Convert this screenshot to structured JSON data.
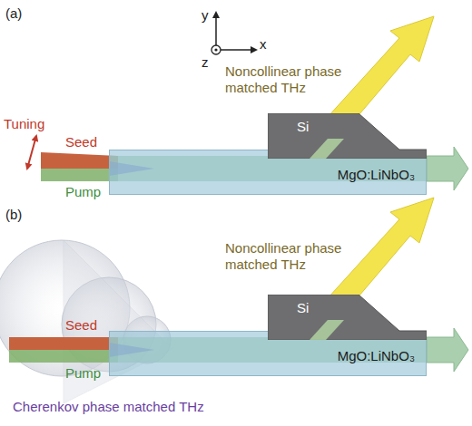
{
  "diagram": {
    "nodes": [
      {
        "text": [
          "Si"
        ]
      },
      {
        "text": [
          "MgO:LiNbO₃"
        ]
      },
      {
        "text": [
          "Si"
        ]
      },
      {
        "text": [
          "MgO:LiNbO₃"
        ]
      }
    ],
    "labels": [
      "(a)",
      "y",
      "x",
      "z",
      "Noncollinear phase matched THz",
      "Tuning",
      "Seed",
      "Pump",
      "(b)",
      "Noncollinear phase matched THz",
      "Seed",
      "Pump",
      "Cherenkov phase matched THz"
    ]
  }
}
